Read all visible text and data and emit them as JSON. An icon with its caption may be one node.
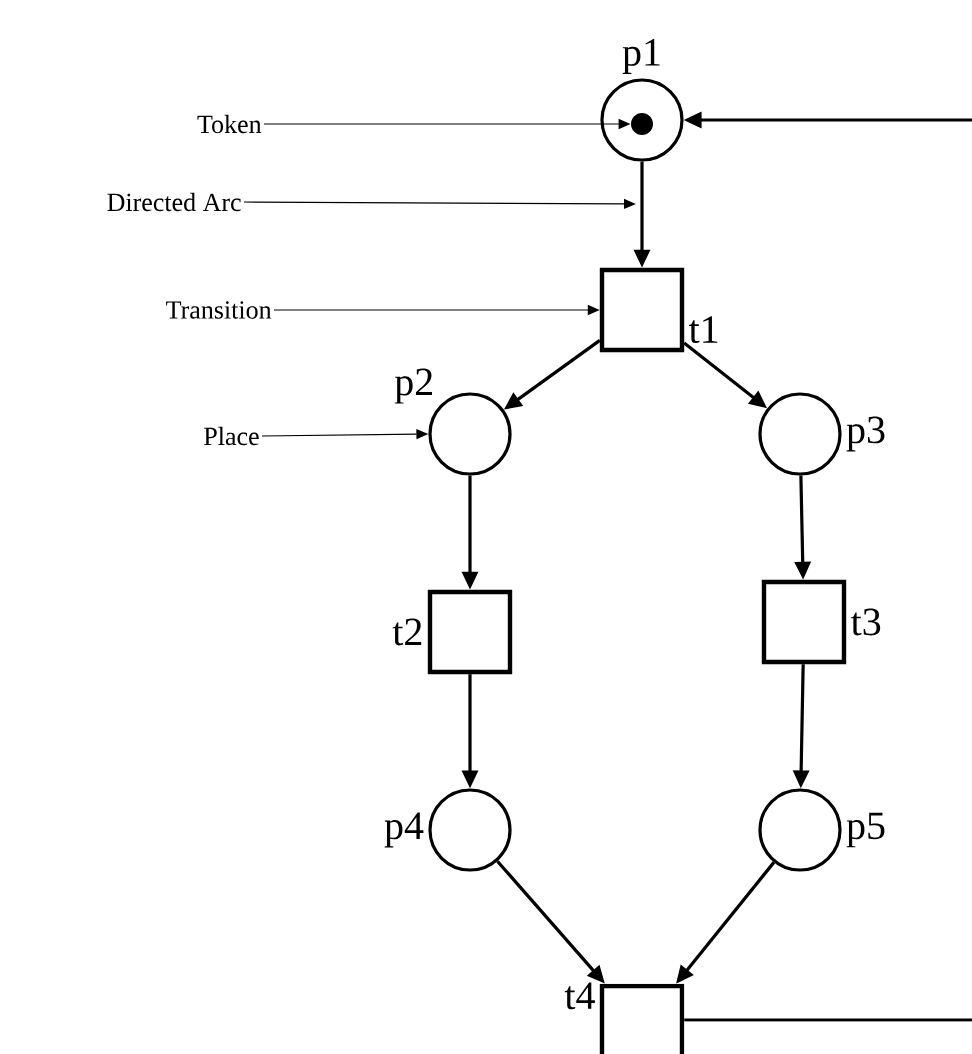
{
  "diagram": {
    "nodes": [
      {
        "text": [
          "p1"
        ]
      },
      {
        "text": [],
        "shape": "circle",
        "in": 0
      },
      {
        "text": [
          "t1"
        ]
      },
      {
        "text": [
          "p2"
        ]
      },
      {
        "text": [
          "p3"
        ]
      },
      {
        "text": [
          "t2"
        ]
      },
      {
        "text": [
          "t3"
        ]
      },
      {
        "text": [
          "p4"
        ]
      },
      {
        "text": [
          "p5"
        ]
      },
      {
        "text": [
          "t4"
        ]
      },
      {
        "text": [
          "Token"
        ]
      },
      {
        "text": [
          "Directed Arc"
        ]
      },
      {
        "text": [
          "Transition"
        ]
      },
      {
        "text": [
          "Place"
        ]
      }
    ],
    "edges": [
      {
        "from": 0,
        "to": 2,
        "arrow": "to"
      },
      {
        "from": 2,
        "to": 3,
        "arrow": "to"
      },
      {
        "from": 2,
        "to": 4,
        "arrow": "to"
      },
      {
        "from": 3,
        "to": 5,
        "arrow": "to"
      },
      {
        "from": 4,
        "to": 6,
        "arrow": "to"
      },
      {
        "from": 5,
        "to": 7,
        "arrow": "to"
      },
      {
        "from": 6,
        "to": 8,
        "arrow": "to"
      },
      {
        "from": 7,
        "to": 9,
        "arrow": "to"
      },
      {
        "from": 8,
        "to": 9,
        "arrow": "to"
      },
      {
        "from": 9,
        "to": null,
        "arrow": "none"
      },
      {
        "from": null,
        "to": 0,
        "arrow": "to"
      },
      {
        "from": 10,
        "to": 1,
        "arrow": "to"
      },
      {
        "from": 11,
        "to": null,
        "arrow": "to"
      },
      {
        "from": 12,
        "to": 2,
        "arrow": "to"
      },
      {
        "from": 13,
        "to": 3,
        "arrow": "to"
      }
    ]
  }
}
